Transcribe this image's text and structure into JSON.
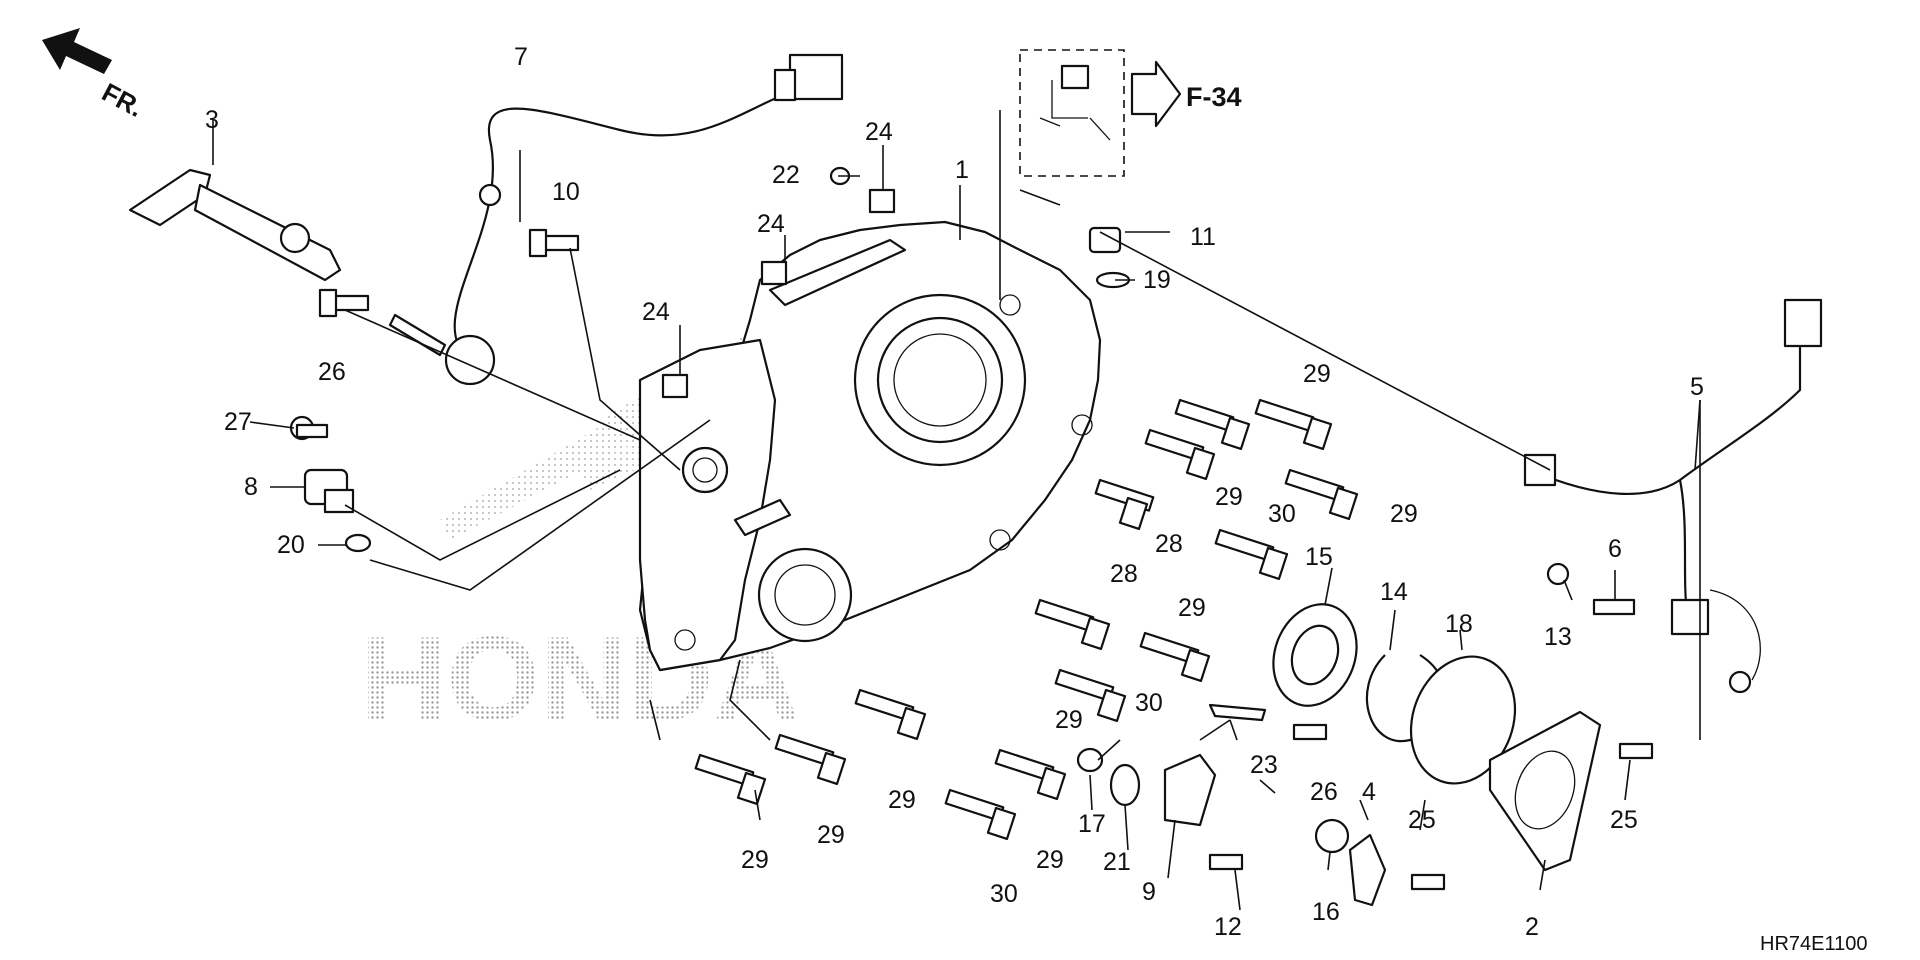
{
  "diagram": {
    "direction_label": "FR.",
    "reference_label": "F-34",
    "code": "HR74E1100",
    "watermark": "HONDA",
    "callouts": [
      {
        "id": "c1",
        "text": "1"
      },
      {
        "id": "c2",
        "text": "2"
      },
      {
        "id": "c3",
        "text": "3"
      },
      {
        "id": "c4",
        "text": "4"
      },
      {
        "id": "c5",
        "text": "5"
      },
      {
        "id": "c6",
        "text": "6"
      },
      {
        "id": "c7",
        "text": "7"
      },
      {
        "id": "c8",
        "text": "8"
      },
      {
        "id": "c9",
        "text": "9"
      },
      {
        "id": "c10",
        "text": "10"
      },
      {
        "id": "c11",
        "text": "11"
      },
      {
        "id": "c12",
        "text": "12"
      },
      {
        "id": "c13",
        "text": "13"
      },
      {
        "id": "c14",
        "text": "14"
      },
      {
        "id": "c15",
        "text": "15"
      },
      {
        "id": "c16",
        "text": "16"
      },
      {
        "id": "c17",
        "text": "17"
      },
      {
        "id": "c18",
        "text": "18"
      },
      {
        "id": "c19",
        "text": "19"
      },
      {
        "id": "c20",
        "text": "20"
      },
      {
        "id": "c21",
        "text": "21"
      },
      {
        "id": "c22",
        "text": "22"
      },
      {
        "id": "c23",
        "text": "23"
      },
      {
        "id": "c24a",
        "text": "24"
      },
      {
        "id": "c24b",
        "text": "24"
      },
      {
        "id": "c24c",
        "text": "24"
      },
      {
        "id": "c25a",
        "text": "25"
      },
      {
        "id": "c25b",
        "text": "25"
      },
      {
        "id": "c26a",
        "text": "26"
      },
      {
        "id": "c26b",
        "text": "26"
      },
      {
        "id": "c27",
        "text": "27"
      },
      {
        "id": "c28a",
        "text": "28"
      },
      {
        "id": "c28b",
        "text": "28"
      },
      {
        "id": "c29a",
        "text": "29"
      },
      {
        "id": "c29b",
        "text": "29"
      },
      {
        "id": "c29c",
        "text": "29"
      },
      {
        "id": "c29d",
        "text": "29"
      },
      {
        "id": "c29e",
        "text": "29"
      },
      {
        "id": "c29f",
        "text": "29"
      },
      {
        "id": "c29g",
        "text": "29"
      },
      {
        "id": "c29h",
        "text": "29"
      },
      {
        "id": "c29i",
        "text": "29"
      },
      {
        "id": "c30a",
        "text": "30"
      },
      {
        "id": "c30b",
        "text": "30"
      },
      {
        "id": "c30c",
        "text": "30"
      }
    ]
  }
}
